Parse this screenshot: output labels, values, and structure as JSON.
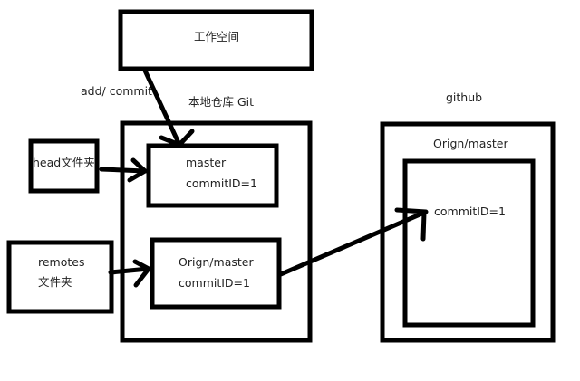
{
  "nodes": {
    "workspace": {
      "label": "工作空间"
    },
    "local_repo": {
      "label": "本地仓库 Git"
    },
    "master": {
      "line1": "master",
      "line2": "commitID=1"
    },
    "local_origin": {
      "line1": "Orign/master",
      "line2": "commitID=1"
    },
    "head_folder": {
      "label": "head文件夹"
    },
    "remotes_folder": {
      "line1": "remotes",
      "line2": "文件夹"
    },
    "github": {
      "label": "github"
    },
    "github_origin": {
      "label": "Orign/master"
    },
    "github_commit": {
      "label": "commitID=1"
    }
  },
  "edges": {
    "workspace_to_master": {
      "label": "add/ commit"
    }
  }
}
